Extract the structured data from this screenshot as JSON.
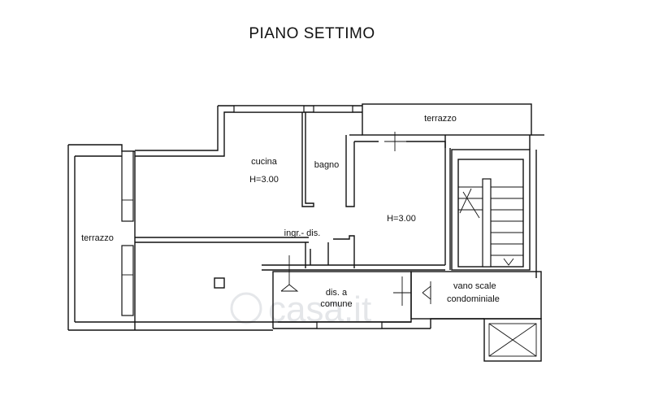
{
  "title": "PIANO SETTIMO",
  "rooms": {
    "terrazzo_top": "terrazzo",
    "terrazzo_left": "terrazzo",
    "cucina": "cucina",
    "cucina_height": "H=3.00",
    "bagno": "bagno",
    "living_height": "H=3.00",
    "ingresso": "ingr.- dis.",
    "dis_comune_line1": "dis. a",
    "dis_comune_line2": "comune",
    "vano_scale_line1": "vano scale",
    "vano_scale_line2": "condominiale"
  },
  "watermark": "casa.it",
  "colors": {
    "line": "#111111",
    "background": "#ffffff",
    "watermark": "#cfd3d8"
  }
}
